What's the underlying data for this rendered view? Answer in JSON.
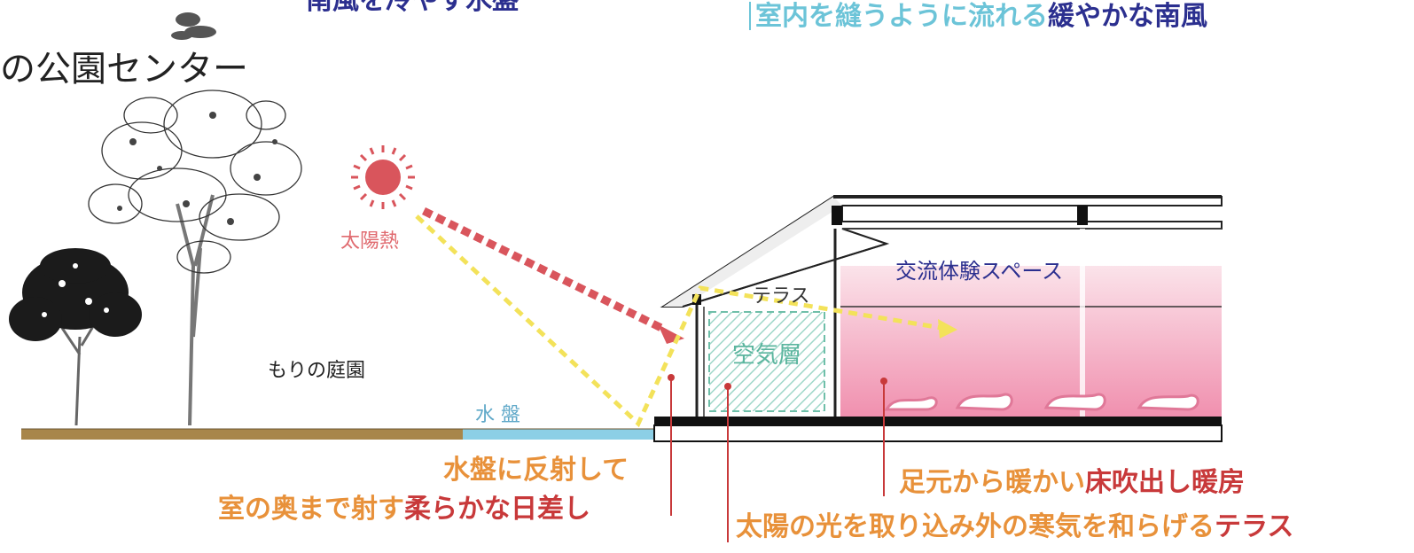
{
  "top_left_caption": "南風を冷やす水盤",
  "top_right_caption": {
    "part1": "室内を縫うように流れる",
    "part2": "緩やかな南風"
  },
  "building_title": "の公園センター",
  "labels": {
    "sun_heat": "太陽熱",
    "garden": "もりの庭園",
    "water_basin": "水 盤",
    "terrace": "テラス",
    "air_layer": "空気層",
    "exchange_space": "交流体験スペース"
  },
  "captions": {
    "reflect_line1": "水盤に反射して",
    "reflect_line2_a": "室の奥まで射す",
    "reflect_line2_b": "柔らかな日差し",
    "floor_a": "足元から暖かい",
    "floor_b": "床吹出し暖房",
    "terrace_a": "太陽の光を取り込み外の寒気を和らげる",
    "terrace_b": "テラス"
  },
  "colors": {
    "orange": "#e8913a",
    "red": "#c8393a",
    "navy": "#2b2f8f",
    "lightblue": "#6cc4d8",
    "pink": "#f2a6bd",
    "sun": "#d9555c",
    "yellow": "#f3e25a",
    "ground": "#a8864a",
    "water": "#8ccfe6"
  }
}
